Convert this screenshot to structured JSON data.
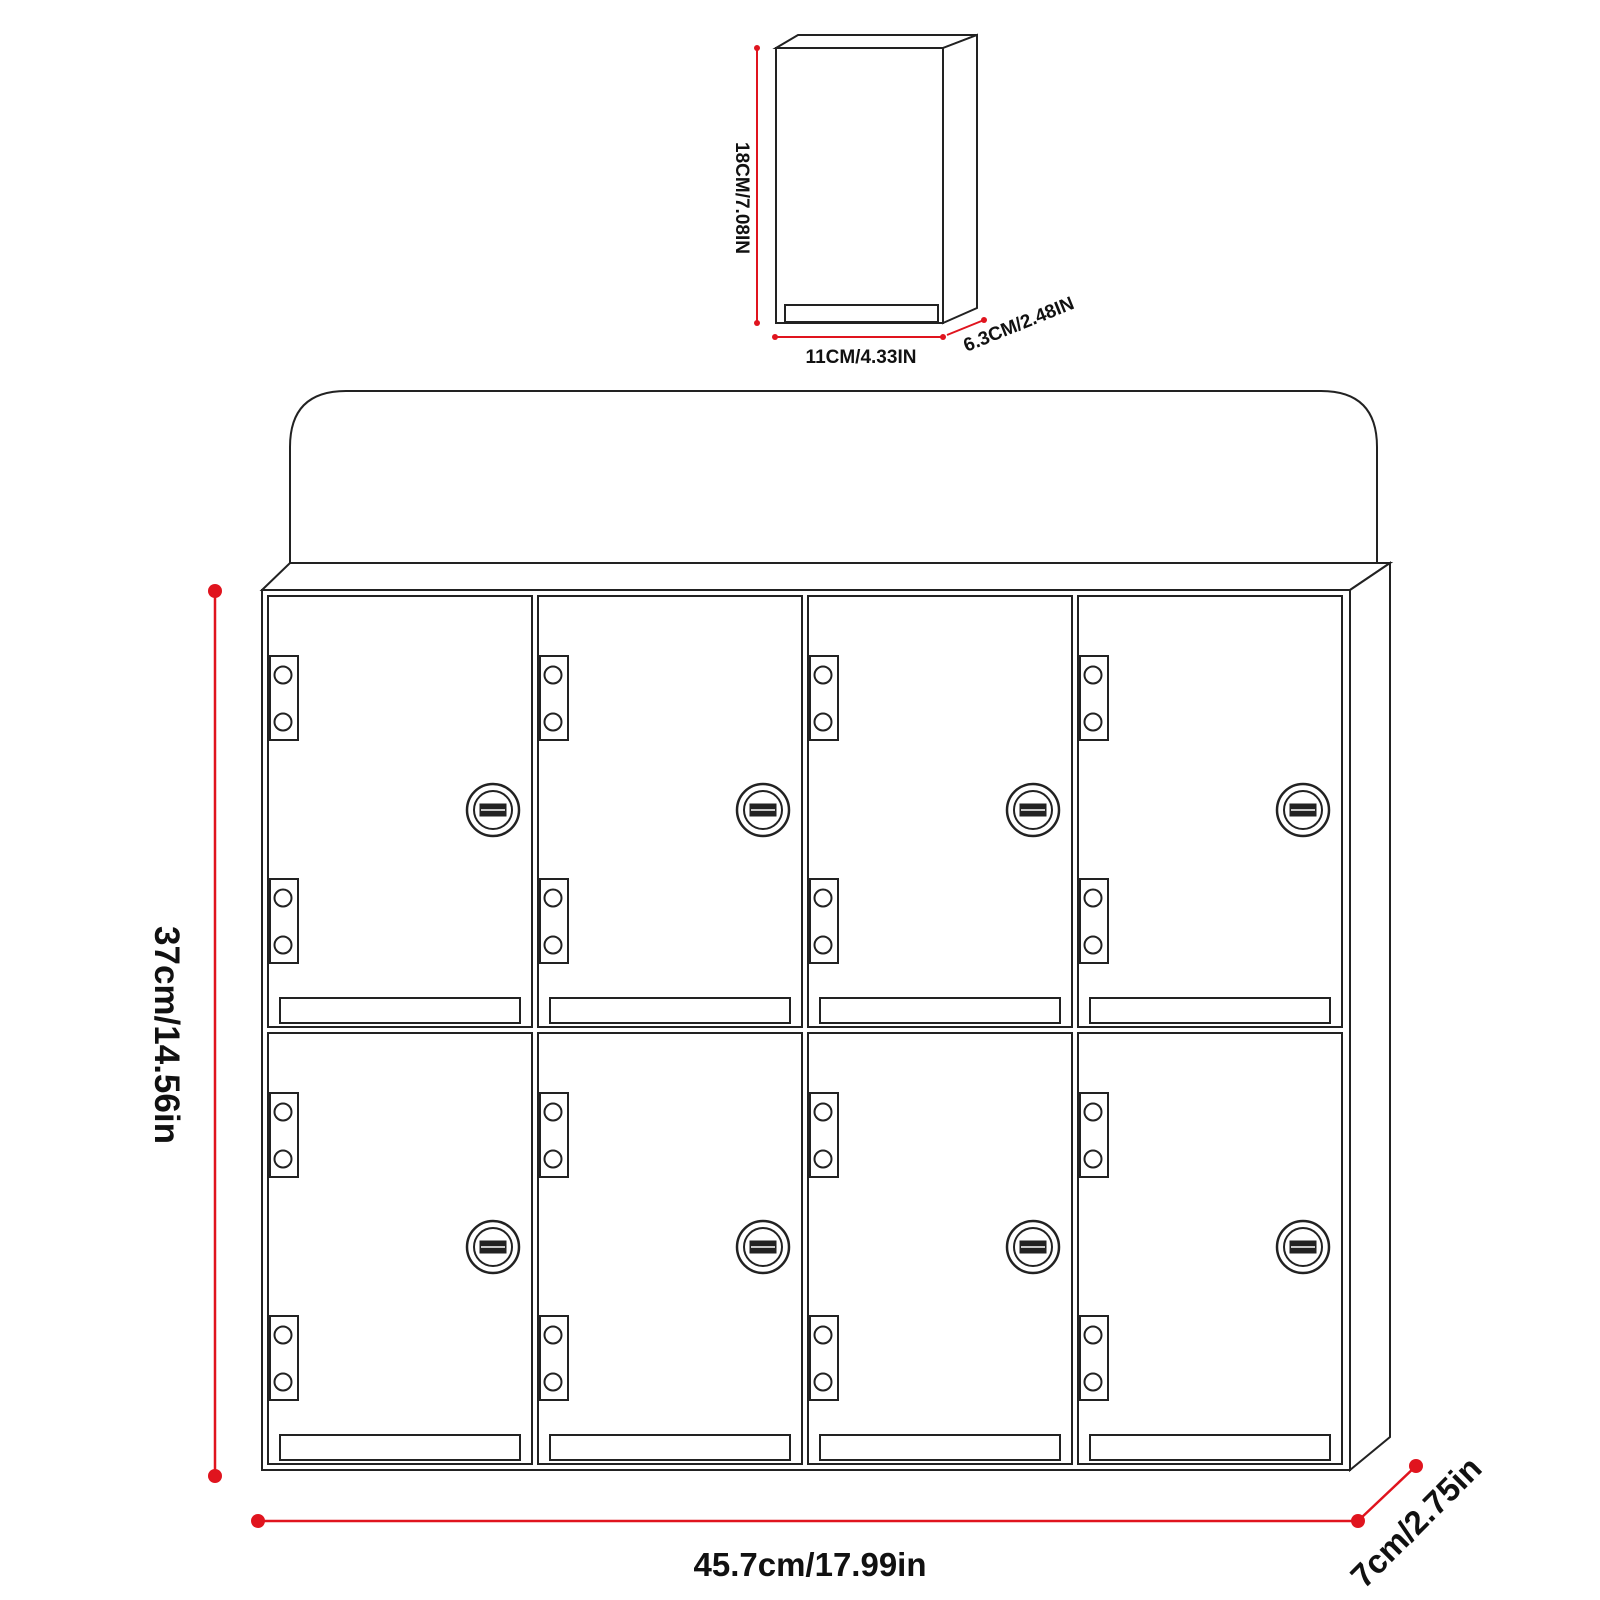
{
  "small_box": {
    "height_label": "18CM/7.08IN",
    "width_label": "11CM/4.33IN",
    "depth_label": "6.3CM/2.48IN"
  },
  "cabinet": {
    "rows": 2,
    "columns": 4,
    "height_label": "37cm/14.56in",
    "width_label": "45.7cm/17.99in",
    "depth_label": "7cm/2.75in"
  },
  "colors": {
    "outline": "#222222",
    "dimension": "#e0141e"
  }
}
